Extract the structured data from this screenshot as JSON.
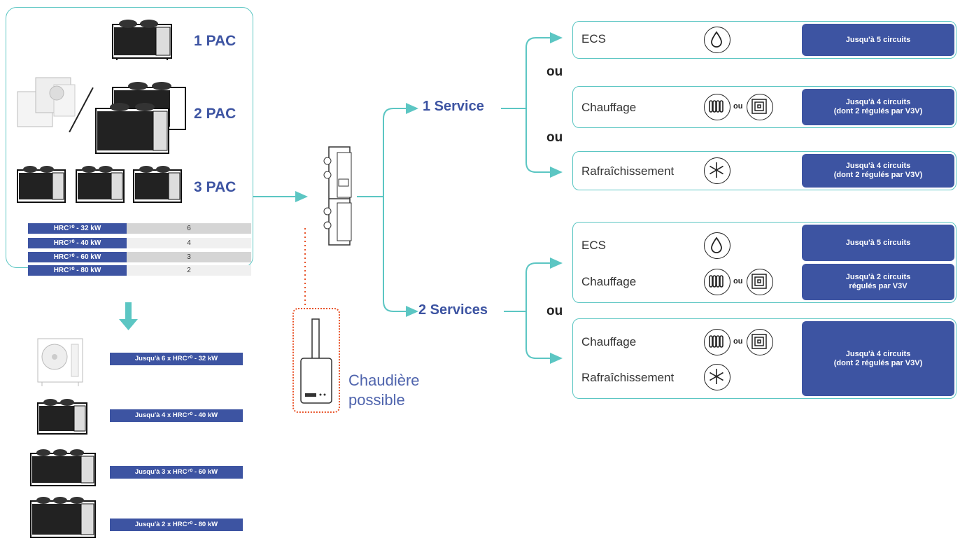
{
  "pac": {
    "label_1": "1 PAC",
    "label_2": "2 PAC",
    "label_3": "3 PAC",
    "table": [
      {
        "model": "HRC⁷⁰ - 32 kW",
        "count": "6"
      },
      {
        "model": "HRC⁷⁰ - 40 kW",
        "count": "4"
      },
      {
        "model": "HRC⁷⁰ - 60 kW",
        "count": "3"
      },
      {
        "model": "HRC⁷⁰ - 80 kW",
        "count": "2"
      }
    ]
  },
  "units": [
    "Jusqu'à 6 x HRC⁷⁰ - 32 kW",
    "Jusqu'à 4 x HRC⁷⁰ - 40 kW",
    "Jusqu'à 3 x HRC⁷⁰ - 60 kW",
    "Jusqu'à 2 x HRC⁷⁰ - 80 kW"
  ],
  "boiler": {
    "label_line1": "Chaudière",
    "label_line2": "possible"
  },
  "services": {
    "one": "1 Service",
    "two": "2 Services",
    "ou": "ou",
    "ou_small": "ou"
  },
  "one_service": [
    {
      "name": "ECS",
      "circuits": "Jusqu'à 5 circuits",
      "icon": "water-drop-icon"
    },
    {
      "name": "Chauffage",
      "circuits_1": "Jusqu'à 4 circuits",
      "circuits_2": "(dont 2 régulés par V3V)",
      "icon": "radiator-icon"
    },
    {
      "name": "Rafraîchissement",
      "circuits_1": "Jusqu'à 4 circuits",
      "circuits_2": "(dont 2 régulés par V3V)",
      "icon": "snowflake-icon"
    }
  ],
  "two_services": {
    "box1": {
      "ecs": "ECS",
      "ecs_circuits": "Jusqu'à 5 circuits",
      "chauffage": "Chauffage",
      "chauffage_circuits_1": "Jusqu'à 2 circuits",
      "chauffage_circuits_2": "régulés par V3V"
    },
    "box2": {
      "chauffage": "Chauffage",
      "rafraichissement": "Rafraîchissement",
      "circuits_1": "Jusqu'à 4 circuits",
      "circuits_2": "(dont 2 régulés par V3V)"
    }
  },
  "colors": {
    "teal": "#5cc6c3",
    "blue": "#3d54a2",
    "orange": "#e8542a"
  }
}
